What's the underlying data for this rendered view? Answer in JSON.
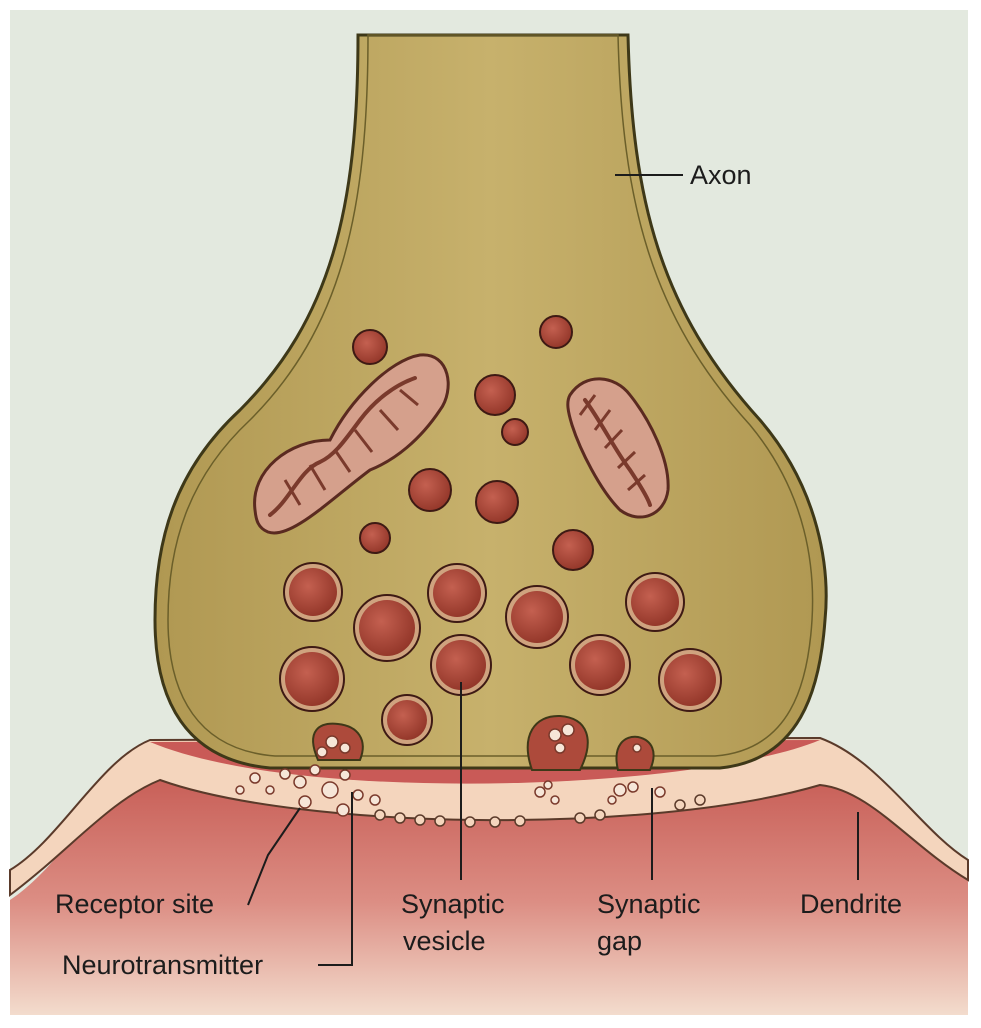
{
  "labels": {
    "axon": "Axon",
    "receptor_site": "Receptor site",
    "neurotransmitter": "Neurotransmitter",
    "synaptic_vesicle": [
      "Synaptic",
      "vesicle"
    ],
    "synaptic_gap": [
      "Synaptic",
      "gap"
    ],
    "dendrite": "Dendrite"
  },
  "colors": {
    "background": "#e3e9df",
    "axon_fill": "#bca55e",
    "axon_outline": "#3e3818",
    "vesicle": "#ad4a3b",
    "mitochondrion": "#d5a08c",
    "dendrite_top": "#c9605a",
    "dendrite_bottom": "#f0d3c4",
    "membrane": "#f4d4bc"
  }
}
